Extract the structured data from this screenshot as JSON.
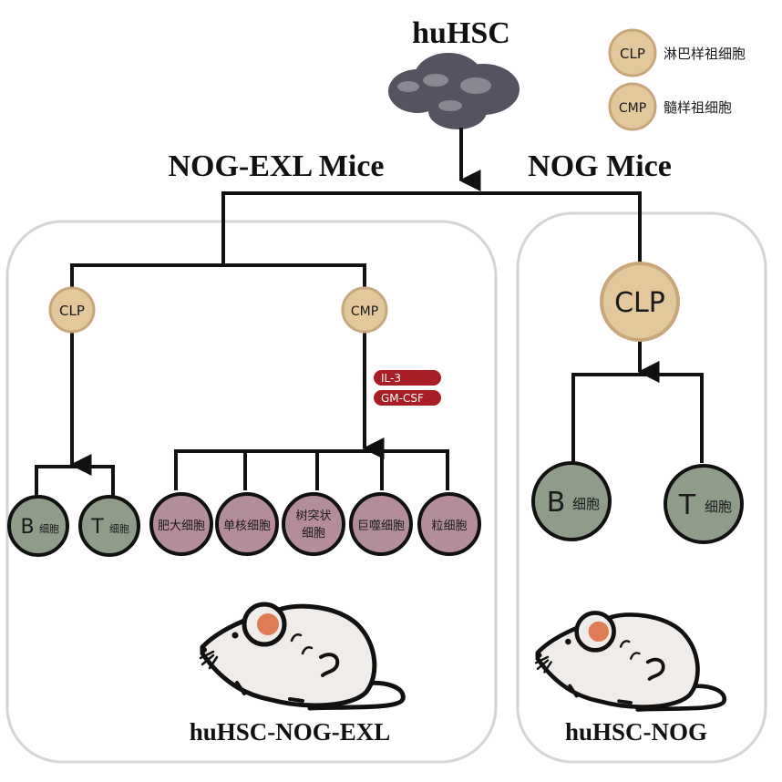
{
  "title": "huHSC",
  "left_group": "NOG-EXL Mice",
  "right_group": "NOG Mice",
  "legend": [
    {
      "abbr": "CLP",
      "desc": "淋巴样祖细胞"
    },
    {
      "abbr": "CMP",
      "desc": "髓样祖细胞"
    }
  ],
  "left_panel": {
    "clp": "CLP",
    "cmp": "CMP",
    "cytokines": [
      "IL-3",
      "GM-CSF"
    ],
    "lymphoid": [
      {
        "letter": "B",
        "suffix": "细胞"
      },
      {
        "letter": "T",
        "suffix": "细胞"
      }
    ],
    "myeloid": [
      {
        "line1": "肥大细胞",
        "line2": ""
      },
      {
        "line1": "单核细胞",
        "line2": ""
      },
      {
        "line1": "树突状",
        "line2": "细胞"
      },
      {
        "line1": "巨噬细胞",
        "line2": ""
      },
      {
        "line1": "粒细胞",
        "line2": ""
      }
    ],
    "model_label": "huHSC-NOG-EXL"
  },
  "right_panel": {
    "clp": "CLP",
    "lymphoid": [
      {
        "letter": "B",
        "suffix": "细胞"
      },
      {
        "letter": "T",
        "suffix": "细胞"
      }
    ],
    "model_label": "huHSC-NOG"
  },
  "colors": {
    "progenitor_fill": "#e3c89c",
    "progenitor_stroke": "#c9a77a",
    "lymphoid_fill": "#8f9c89",
    "myeloid_fill": "#b38d98",
    "cytokine_fill": "#a81e24",
    "panel_stroke": "#d5d5d5",
    "hsc_fill": "#56525f"
  }
}
